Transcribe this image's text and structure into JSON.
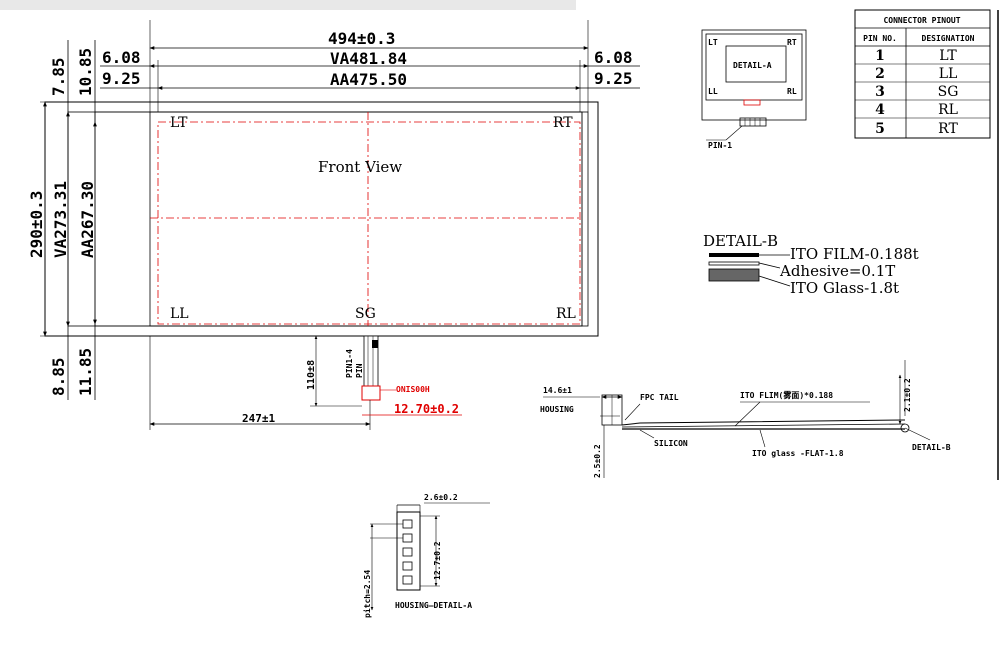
{
  "front_view": {
    "title": "Front View",
    "corner_labels": {
      "lt": "LT",
      "rt": "RT",
      "ll": "LL",
      "rl": "RL",
      "sg": "SG"
    },
    "dimensions": {
      "outline_width": "494±0.3",
      "va_width": "VA481.84",
      "aa_width": "AA475.50",
      "left_offset_outer": "6.08",
      "left_offset_inner": "9.25",
      "right_offset_outer": "6.08",
      "right_offset_inner": "9.25",
      "top_offset_outer": "7.85",
      "top_offset_inner": "10.85",
      "outline_height": "290±0.3",
      "va_height": "VA273.31",
      "aa_height": "AA267.30",
      "bottom_offset_outer": "8.85",
      "bottom_offset_inner": "11.85",
      "tail_length": "110±8",
      "tail_position": "247±1",
      "tail_width": "12.70±0.2"
    },
    "tail_labels": {
      "red_label": "ONIS00H",
      "tail_text_1": "PIN1-4",
      "tail_text_2": "PIN"
    }
  },
  "detail_a": {
    "label": "DETAIL-A",
    "corners": {
      "lt": "LT",
      "rt": "RT",
      "ll": "LL",
      "rl": "RL"
    },
    "pin_label": "PIN-1"
  },
  "connector_pinout": {
    "title": "CONNECTOR PINOUT",
    "headers": [
      "PIN NO.",
      "DESIGNATION"
    ],
    "rows": [
      [
        "1",
        "LT"
      ],
      [
        "2",
        "LL"
      ],
      [
        "3",
        "SG"
      ],
      [
        "4",
        "RL"
      ],
      [
        "5",
        "RT"
      ]
    ]
  },
  "detail_b": {
    "label": "DETAIL-B",
    "ito_film": "ITO FILM-0.188t",
    "adhesive": "Adhesive=0.1T",
    "ito_glass": "ITO Glass-1.8t"
  },
  "side_view": {
    "housing_width": "14.6±1",
    "housing": "HOUSING",
    "fpc_tail": "FPC TAIL",
    "ito_film": "ITO FLIM(雾面)*0.188",
    "silicon": "SILICON",
    "ito_glass": "ITO glass -FLAT-1.8",
    "detail_b": "DETAIL-B",
    "height_left": "2.5±0.2",
    "height_right": "2.1±0.2"
  },
  "housing_detail": {
    "label": "HOUSING—DETAIL-A",
    "depth": "2.6±0.2",
    "length": "12.7±0.2",
    "pitch": "pitch=2.54"
  }
}
